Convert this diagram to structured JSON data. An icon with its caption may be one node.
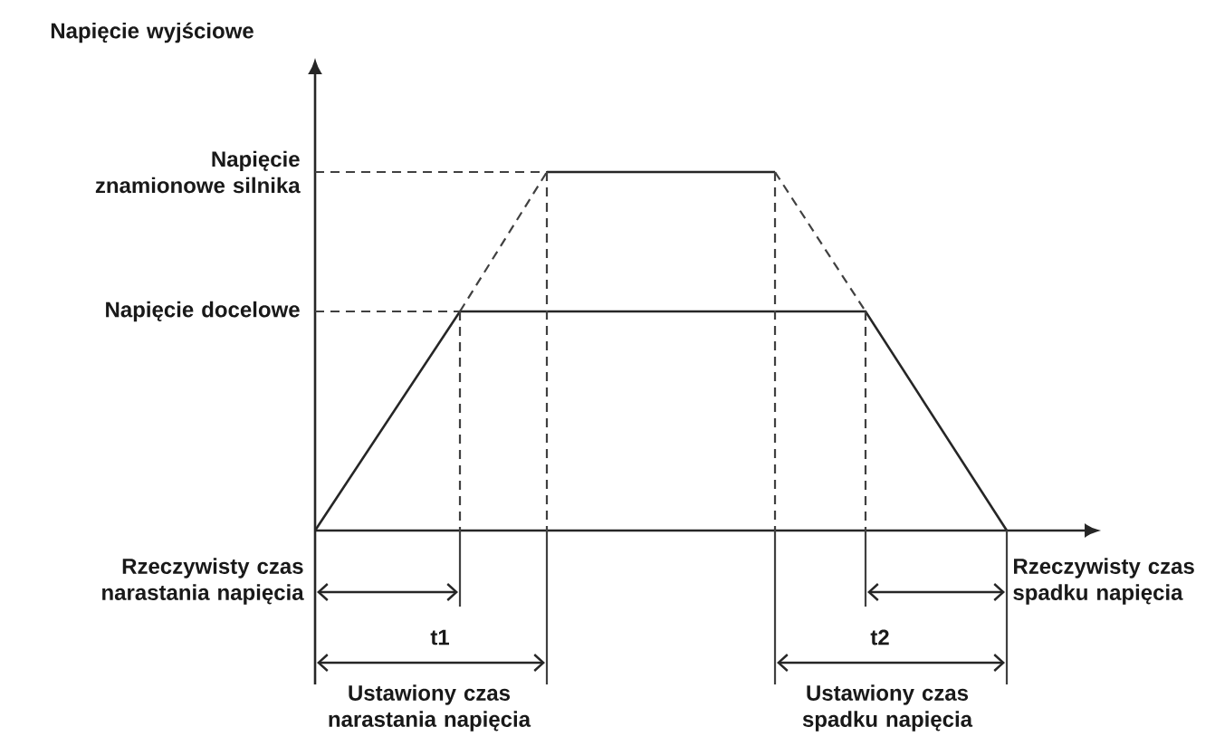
{
  "diagram": {
    "labels": [
      "Napięcie wyjściowe",
      "Napięcie znamionowe silnika",
      "Napięcie docelowe",
      "Rzeczywisty czas narastania napięcia",
      "t1",
      "Ustawiony czas narastania napięcia",
      "Rzeczywisty czas spadku napięcia",
      "t2",
      "Ustawiony czas spadku napięcia"
    ]
  }
}
